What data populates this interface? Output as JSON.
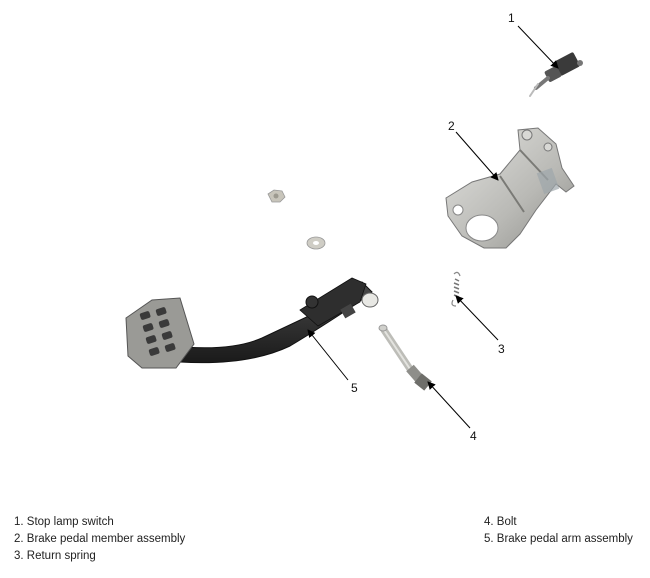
{
  "callouts": [
    "1",
    "2",
    "3",
    "4",
    "5"
  ],
  "legend": {
    "left": [
      "1. Stop lamp switch",
      "2. Brake pedal member assembly",
      "3. Return spring"
    ],
    "right": [
      "4. Bolt",
      "5. Brake pedal arm assembly"
    ]
  },
  "colors": {
    "metal_light": "#c9c9c6",
    "metal_dark": "#2c2c2c",
    "metal_mid": "#8c8c88",
    "line": "#000000"
  }
}
